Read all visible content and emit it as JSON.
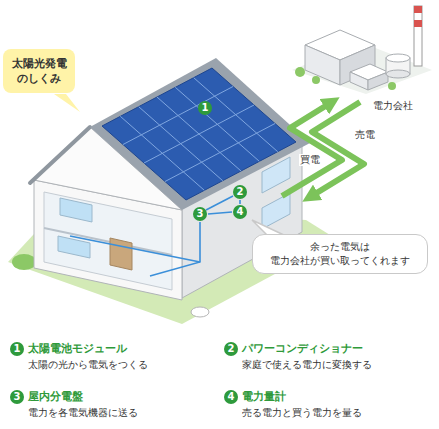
{
  "diagram": {
    "title": "太陽光発電 のしくみ",
    "nodes": [
      {
        "text": [
          "余った電気は 電力会社が買い取ってくれます"
        ]
      }
    ],
    "labels": [
      "電力会社",
      "売電",
      "買電",
      "1",
      "2",
      "3",
      "4",
      "1",
      "太陽電池モジュール",
      "太陽の光から電気をつくる",
      "2",
      "パワーコンディショナー",
      "家庭で使える電力に変換する",
      "3",
      "屋内分電盤",
      "電力を各電気機器に送る",
      "4",
      "電力量計",
      "売る電力と買う電力を量る"
    ]
  }
}
